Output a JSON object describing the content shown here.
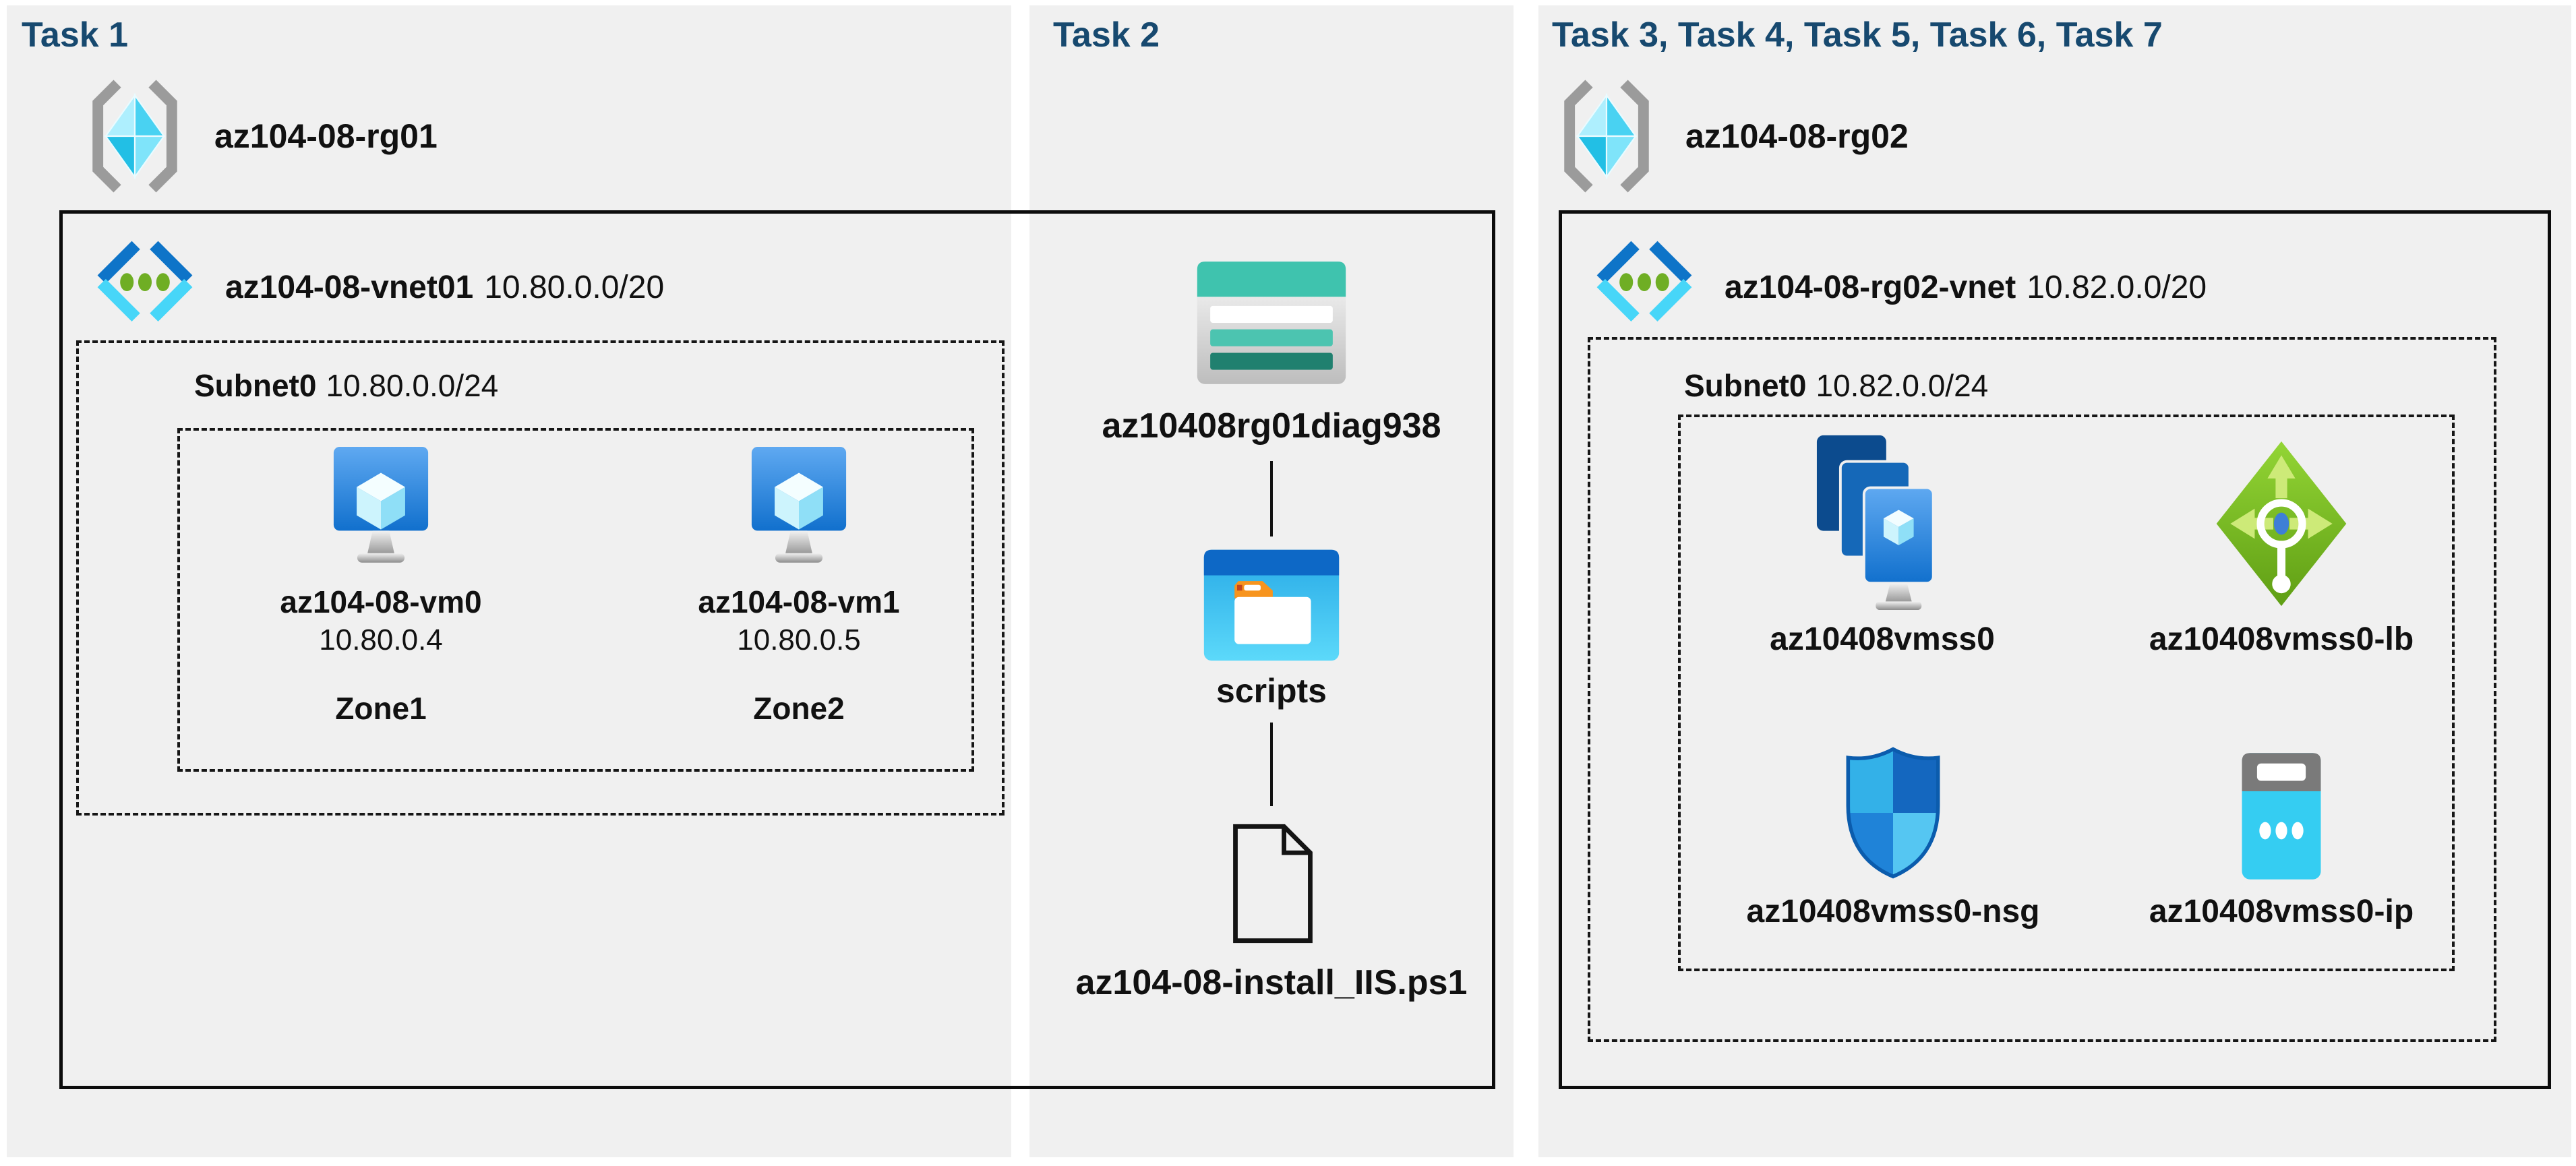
{
  "colors": {
    "heading_text": "#17496f",
    "panel_background": "#f0f0f0",
    "outline_black": "#111111",
    "azure_blue": "#1170cd",
    "azure_cyan": "#50e6ff",
    "green": "#76bc2d",
    "teal": "#3fc3ae"
  },
  "columns": [
    {
      "task_label": "Task 1",
      "resource_group": {
        "name": "az104-08-rg01"
      },
      "vnet": {
        "name": "az104-08-vnet01",
        "cidr": "10.80.0.0/20"
      },
      "subnet": {
        "name": "Subnet0",
        "cidr": "10.80.0.0/24"
      },
      "vms": [
        {
          "name": "az104-08-vm0",
          "ip": "10.80.0.4",
          "zone": "Zone1"
        },
        {
          "name": "az104-08-vm1",
          "ip": "10.80.0.5",
          "zone": "Zone2"
        }
      ]
    },
    {
      "task_label": "Task 2",
      "storage_account": {
        "name": "az10408rg01diag938"
      },
      "container": {
        "name": "scripts"
      },
      "script_file": {
        "name": "az104-08-install_IIS.ps1"
      }
    },
    {
      "task_label": "Task 3, Task 4, Task 5, Task 6, Task 7",
      "resource_group": {
        "name": "az104-08-rg02"
      },
      "vnet": {
        "name": "az104-08-rg02-vnet",
        "cidr": "10.82.0.0/20"
      },
      "subnet": {
        "name": "Subnet0",
        "cidr": "10.82.0.0/24"
      },
      "resources": [
        {
          "name": "az10408vmss0",
          "type": "vmss"
        },
        {
          "name": "az10408vmss0-lb",
          "type": "load-balancer"
        },
        {
          "name": "az10408vmss0-nsg",
          "type": "network-security-group"
        },
        {
          "name": "az10408vmss0-ip",
          "type": "public-ip"
        }
      ]
    }
  ]
}
